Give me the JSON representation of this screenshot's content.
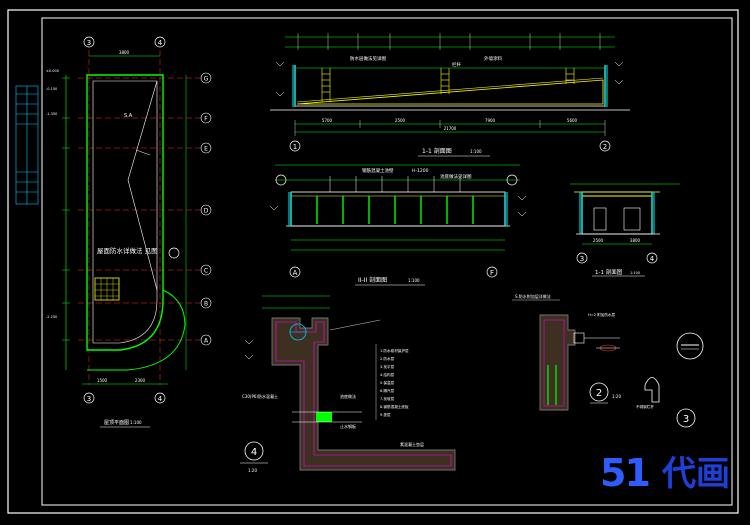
{
  "drawing": {
    "title": "CAD structural drawing - swimming pool / pit sections",
    "colors": {
      "background": "#000000",
      "frame": "#ffffff",
      "dim": "#00ff00",
      "axis": "#ff2a2a",
      "text": "#ffffff",
      "fill": "#00c8c8",
      "rail": "#ffff00",
      "wall": "#ff00ff",
      "water": "#ff3030"
    }
  },
  "plan": {
    "title": "屋顶平面图",
    "scale": "1:100",
    "axis_top_left": "3",
    "axis_top_right": "4",
    "axis_bottom_left": "3",
    "axis_bottom_right": "4",
    "dim_top": "3800",
    "dim_bottom_left": "1500",
    "dim_bottom_right": "2300",
    "label_main": "屋面防水详做法 见图",
    "label_s": "S.A",
    "axes_right": [
      "G",
      "F",
      "E",
      "D",
      "C",
      "B",
      "A"
    ],
    "levels": [
      "±0.000",
      "-0.150",
      "-1.350",
      "-2.250"
    ]
  },
  "section_11": {
    "title": "1-1 剖面图",
    "scale": "1:100",
    "axis_left": "1",
    "axis_right": "2",
    "dim_total": "21700",
    "dim_parts": [
      "5700",
      "2500",
      "7900",
      "5600"
    ],
    "label_a": "防水层做法见详图",
    "label_b": "外墙涂料",
    "label_c": "栏杆"
  },
  "section_22": {
    "title": "II-II 剖面图",
    "scale": "1:100",
    "axis_left": "A",
    "axis_right": "F",
    "label_a": "钢筋混凝土池壁",
    "label_b": "H-1200",
    "label_c": "池底做法见详图"
  },
  "section_33": {
    "title": "1-1 剖面图",
    "scale": "1:100",
    "axis_left": "3",
    "axis_right": "4",
    "dim": [
      "2500",
      "3800"
    ]
  },
  "detail_4": {
    "number": "4",
    "scale": "1:20",
    "labels": [
      "1.防水卷材保护层",
      "2.防水层",
      "3.找平层",
      "4.结构层",
      "5.保温层",
      "6.隔汽层",
      "7.找坡层",
      "8.钢筋混凝土底板",
      "9.垫层"
    ],
    "note_a": "C30(P6)防水混凝土",
    "note_b": "池底做法",
    "note_c": "止水钢板",
    "note_d": "素混凝土垫层"
  },
  "detail_2": {
    "number": "2",
    "scale": "1:20",
    "label": "S.防水附加层详做法",
    "note": "H=2 附加防水层"
  },
  "detail_3": {
    "number": "3",
    "label": "不锈钢栏杆"
  },
  "watermark": {
    "num": "51",
    "cn": "代画"
  }
}
